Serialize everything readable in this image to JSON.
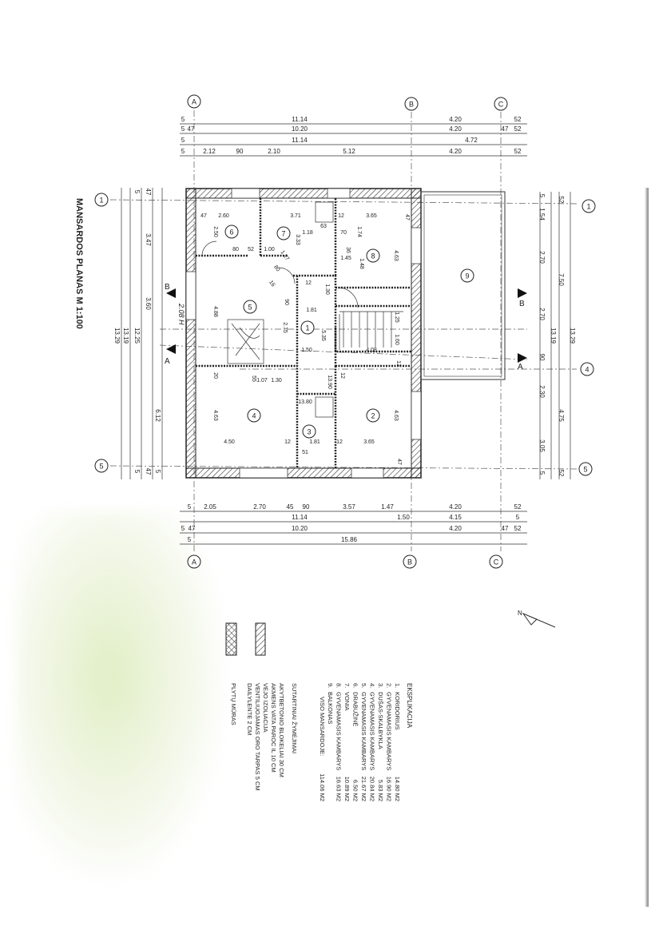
{
  "title": "MANSARDOS PLANAS M 1:100",
  "axes": {
    "top": [
      "A",
      "B",
      "C"
    ],
    "bottom": [
      "A",
      "B",
      "C"
    ],
    "left": [
      "1",
      "5"
    ],
    "right": [
      "1",
      "4",
      "5"
    ]
  },
  "sections": {
    "b": "B",
    "a": "A"
  },
  "handwritten": "2.08 H",
  "dims": {
    "top": [
      [
        "5",
        "11.14",
        "4.20",
        "52"
      ],
      [
        "5",
        "47",
        "10.20",
        "4.20",
        "47",
        "52"
      ],
      [
        "5",
        "11.14",
        "4.72"
      ],
      [
        "5",
        "2.12",
        "90",
        "2.10",
        "5.12",
        "4.20",
        "52"
      ]
    ],
    "bottom": [
      [
        "5",
        "2.05",
        "2.70",
        "45",
        "90",
        "3.57",
        "1.47",
        "4.20",
        "52"
      ],
      [
        "11.14",
        "1.50",
        "4.15",
        "5"
      ],
      [
        "5",
        "47",
        "10.20",
        "4.20",
        "47",
        "52"
      ],
      [
        "5",
        "15.86"
      ]
    ],
    "left": [
      "13.29",
      "13.19",
      "12.25",
      "3.47",
      "3.60",
      "6.12",
      "5",
      "47",
      "5",
      "47",
      "5"
    ],
    "right": [
      "5",
      "1.54",
      "52",
      "2.70",
      "7.50",
      "2.70",
      "13.19",
      "13.29",
      "90",
      "2.30",
      "4.75",
      "3.05",
      "5",
      "52"
    ]
  },
  "rooms": [
    "6",
    "7",
    "8",
    "5",
    "1",
    "9",
    "4",
    "3",
    "2"
  ],
  "interior_dims": [
    "47",
    "2.60",
    "3.71",
    "12",
    "3.65",
    "47",
    "2.50",
    "1.18",
    "63",
    "70",
    "1.74",
    "4.63",
    "3.33",
    "36",
    "80",
    "52",
    "1.00",
    "1.45",
    "1.48",
    "1.27",
    "80",
    "16",
    "12",
    "1.30",
    "90",
    "4.88",
    "1.81",
    "2.75",
    "5.35",
    "1.25",
    "1.60",
    "1.50",
    "4.08",
    "12",
    "20",
    "55",
    "1.07",
    "1.30",
    "13.90",
    "12",
    "13.80",
    "4.63",
    "4.63",
    "4.50",
    "12",
    "1.81",
    "12",
    "3.65",
    "51",
    "47"
  ],
  "legend": {
    "heading": "EKSPLIKACIJA",
    "items": [
      {
        "n": "1.",
        "name": "KORIDORIUS",
        "area": "14.80 M2"
      },
      {
        "n": "2.",
        "name": "GYVENAMASIS KAMBARYS",
        "area": "16.90 M2"
      },
      {
        "n": "3.",
        "name": "DUŠAS-SKALBYKLA",
        "area": "5.83 M2"
      },
      {
        "n": "4.",
        "name": "GYVENAMASIS KAMBARYS",
        "area": "20.84 M2"
      },
      {
        "n": "5.",
        "name": "GYVENAMASIS KAMBARYS",
        "area": "21.67 M2"
      },
      {
        "n": "6.",
        "name": "DRABUŽINĖ",
        "area": "6.50 M2"
      },
      {
        "n": "7.",
        "name": "VONIA",
        "area": "10.89 M2"
      },
      {
        "n": "8.",
        "name": "GYVENAMASIS KAMBARYS",
        "area": "16.63 M2"
      },
      {
        "n": "9.",
        "name": "BALKONAS",
        "area": ""
      }
    ],
    "total_label": "VISO MANSARDOJE:",
    "total_value": "114.06 M2",
    "symbols_heading": "SUTARTINIAI ŽYMĖJIMAI",
    "symbols": [
      "AKYTBETONIO BLOKELIAI 30 CM",
      "AKMENS VATA PAROC IL 10 CM",
      "VĖJO IZOLIACIJA",
      "VENTILIUOJAMAS ORO TARPAS 5 CM",
      "DAILYLENTĖ 2 CM"
    ],
    "brick_label": "PLYTŲ MŪRAS"
  },
  "colors": {
    "ink": "#222222",
    "paper": "#ffffff"
  }
}
